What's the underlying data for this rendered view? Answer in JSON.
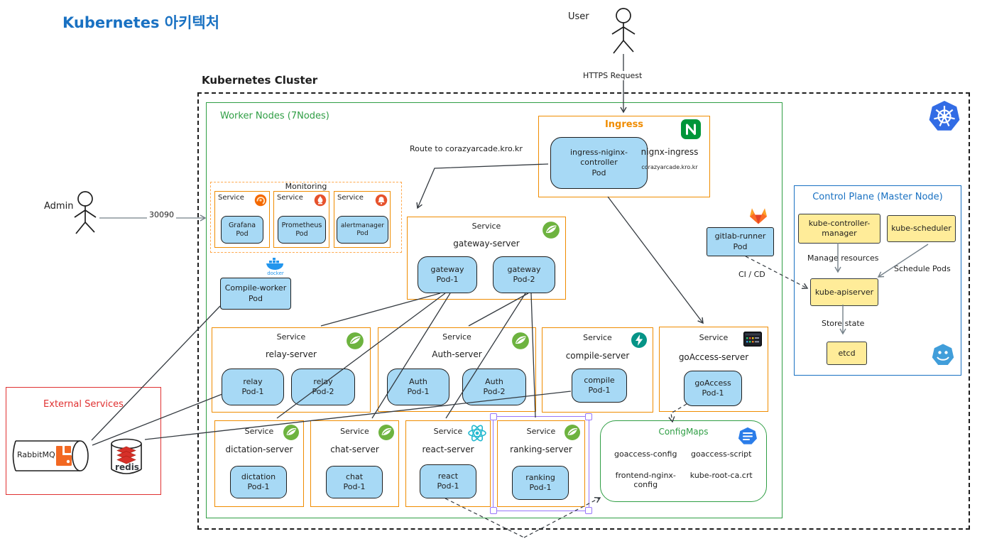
{
  "title": "Kubernetes 아키텍처",
  "cluster": {
    "label": "Kubernetes Cluster"
  },
  "worker_nodes": {
    "label": "Worker Nodes (7Nodes)"
  },
  "actors": {
    "user": {
      "label": "User",
      "request_label": "HTTPS Request"
    },
    "admin": {
      "label": "Admin",
      "port_label": "30090"
    }
  },
  "labels": {
    "route": "Route to corazyarcade.kro.kr"
  },
  "ingress": {
    "title": "Ingress",
    "pod": {
      "line1": "ingress-niginx-",
      "line2": "controller",
      "line3": "Pod"
    },
    "side_name": "nignx-ingress",
    "side_domain": "corazyarcade.kro.kr"
  },
  "monitoring": {
    "title": "Monitoring",
    "services": [
      {
        "label": "Service",
        "icon": "grafana-icon",
        "pod_line1": "Grafana",
        "pod_line2": "Pod"
      },
      {
        "label": "Service",
        "icon": "prometheus-icon",
        "pod_line1": "Prometheus",
        "pod_line2": "Pod"
      },
      {
        "label": "Service",
        "icon": "alertmanager-icon",
        "pod_line1": "alertmanager",
        "pod_line2": "Pod"
      }
    ]
  },
  "compile_worker": {
    "line1": "Compile-worker",
    "line2": "Pod",
    "docker_label": "docker"
  },
  "services": {
    "gateway": {
      "label": "Service",
      "name": "gateway-server",
      "icon": "spring-icon",
      "pods": [
        {
          "line1": "gateway",
          "line2": "Pod-1"
        },
        {
          "line1": "gateway",
          "line2": "Pod-2"
        }
      ]
    },
    "relay": {
      "label": "Service",
      "name": "relay-server",
      "icon": "spring-icon",
      "pods": [
        {
          "line1": "relay",
          "line2": "Pod-1"
        },
        {
          "line1": "relay",
          "line2": "Pod-2"
        }
      ]
    },
    "auth": {
      "label": "Service",
      "name": "Auth-server",
      "icon": "spring-icon",
      "pods": [
        {
          "line1": "Auth",
          "line2": "Pod-1"
        },
        {
          "line1": "Auth",
          "line2": "Pod-2"
        }
      ]
    },
    "compile": {
      "label": "Service",
      "name": "compile-server",
      "icon": "fastapi-icon",
      "pods": [
        {
          "line1": "compile",
          "line2": "Pod-1"
        }
      ]
    },
    "goaccess": {
      "label": "Service",
      "name": "goAccess-server",
      "icon": "goaccess-icon",
      "pods": [
        {
          "line1": "goAccess",
          "line2": "Pod-1"
        }
      ]
    },
    "dictation": {
      "label": "Service",
      "name": "dictation-server",
      "icon": "spring-icon",
      "pods": [
        {
          "line1": "dictation",
          "line2": "Pod-1"
        }
      ]
    },
    "chat": {
      "label": "Service",
      "name": "chat-server",
      "icon": "spring-icon",
      "pods": [
        {
          "line1": "chat",
          "line2": "Pod-1"
        }
      ]
    },
    "react": {
      "label": "Service",
      "name": "react-server",
      "icon": "react-icon",
      "pods": [
        {
          "line1": "react",
          "line2": "Pod-1"
        }
      ]
    },
    "ranking": {
      "label": "Service",
      "name": "ranking-server",
      "icon": "spring-icon",
      "pods": [
        {
          "line1": "ranking",
          "line2": "Pod-1"
        }
      ]
    }
  },
  "configmaps": {
    "title": "ConfigMaps",
    "items": [
      "goaccess-config",
      "goaccess-script",
      "frontend-nginx-config",
      "kube-root-ca.crt"
    ]
  },
  "gitlab_runner": {
    "line1": "gitlab-runner",
    "line2": "Pod",
    "arrow_label": "CI / CD"
  },
  "control_plane": {
    "title": "Control Plane (Master Node)",
    "nodes": {
      "controller": {
        "line1": "kube-controller-",
        "line2": "manager"
      },
      "scheduler": "kube-scheduler",
      "apiserver": "kube-apiserver",
      "etcd": "etcd"
    },
    "edges": {
      "manage": "Manage resources",
      "schedule": "Schedule Pods",
      "store": "Store state"
    }
  },
  "external_services": {
    "title": "External Services",
    "rabbitmq": "RabbitMQ",
    "redis": "redis"
  },
  "colors": {
    "accent_blue": "#1971c2",
    "orange": "#f08c00",
    "green": "#2f9e44",
    "red": "#e03131",
    "pod_fill": "#a7d9f5",
    "yellow_fill": "#ffec99"
  }
}
